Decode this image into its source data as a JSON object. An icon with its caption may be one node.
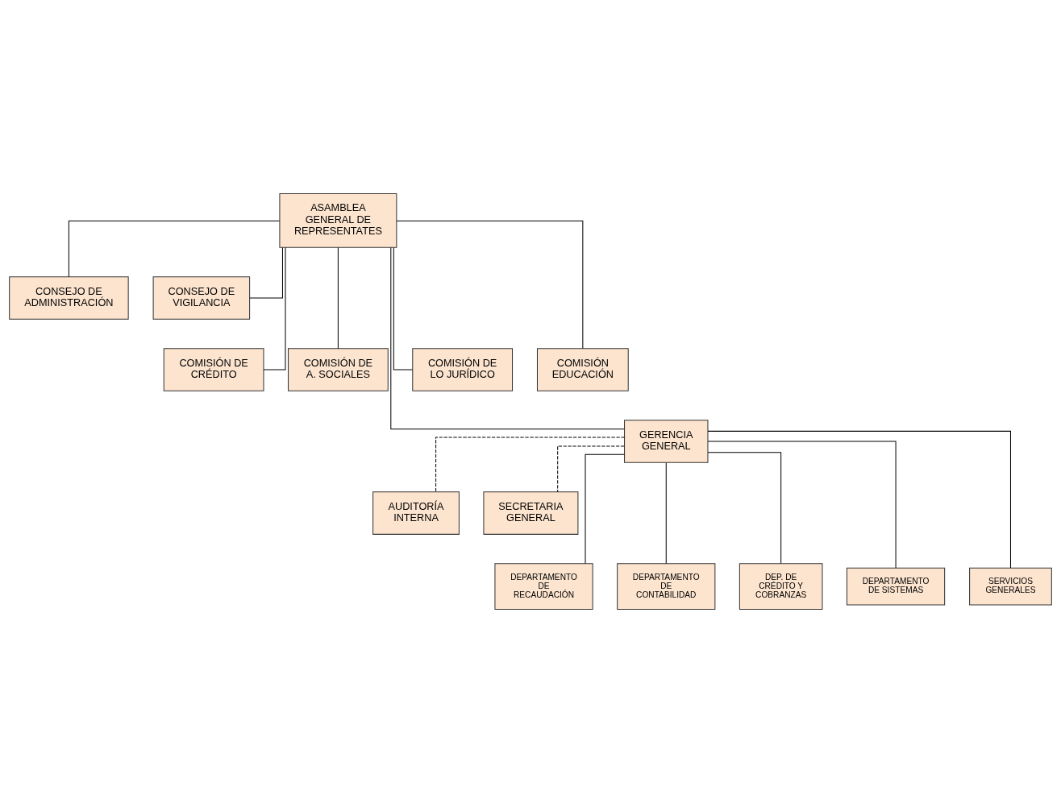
{
  "diagram": {
    "nodes": [
      {
        "text": [
          "ASAMBLEA GENERAL DE REPRESENTATES"
        ]
      },
      {
        "text": [
          "CONSEJO DE ADMINISTRACIÓN"
        ]
      },
      {
        "text": [
          "CONSEJO DE VIGILANCIA"
        ]
      },
      {
        "text": [
          "COMISIÓN DE CRÉDITO"
        ]
      },
      {
        "text": [
          "COMISIÓN DE A. SOCIALES"
        ]
      },
      {
        "text": [
          "COMISIÓN DE LO JURÍDICO"
        ]
      },
      {
        "text": [
          "COMISIÓN EDUCACIÓN"
        ]
      },
      {
        "text": [
          "GERENCIA GENERAL"
        ]
      },
      {
        "text": [
          "AUDITORÍA INTERNA"
        ]
      },
      {
        "text": [
          "SECRETARIA GENERAL"
        ]
      },
      {
        "text": [
          "DEPARTAMENTO DE RECAUDACIÓN"
        ]
      },
      {
        "text": [
          "DEPARTAMENTO DE CONTABILIDAD"
        ]
      },
      {
        "text": [
          "DEP. DE CRÉDITO Y COBRANZAS"
        ]
      },
      {
        "text": [
          "DEPARTAMENTO DE SISTEMAS"
        ]
      },
      {
        "text": [
          "SERVICIOS GENERALES"
        ]
      }
    ],
    "edges": [
      {
        "from": 0,
        "to": 1,
        "arrow": "none"
      },
      {
        "from": 0,
        "to": 2,
        "arrow": "none"
      },
      {
        "from": 0,
        "to": 3,
        "arrow": "none"
      },
      {
        "from": 0,
        "to": 4,
        "arrow": "none"
      },
      {
        "from": 0,
        "to": 5,
        "arrow": "none"
      },
      {
        "from": 0,
        "to": 6,
        "arrow": "none"
      },
      {
        "from": 0,
        "to": 7,
        "arrow": "none"
      },
      {
        "from": 7,
        "to": 8,
        "arrow": "none",
        "style": "dashed"
      },
      {
        "from": 7,
        "to": 9,
        "arrow": "none",
        "style": "dashed"
      },
      {
        "from": 7,
        "to": 10,
        "arrow": "none"
      },
      {
        "from": 7,
        "to": 11,
        "arrow": "none"
      },
      {
        "from": 7,
        "to": 12,
        "arrow": "none"
      },
      {
        "from": 7,
        "to": 13,
        "arrow": "none"
      },
      {
        "from": 7,
        "to": 14,
        "arrow": "none"
      }
    ]
  }
}
